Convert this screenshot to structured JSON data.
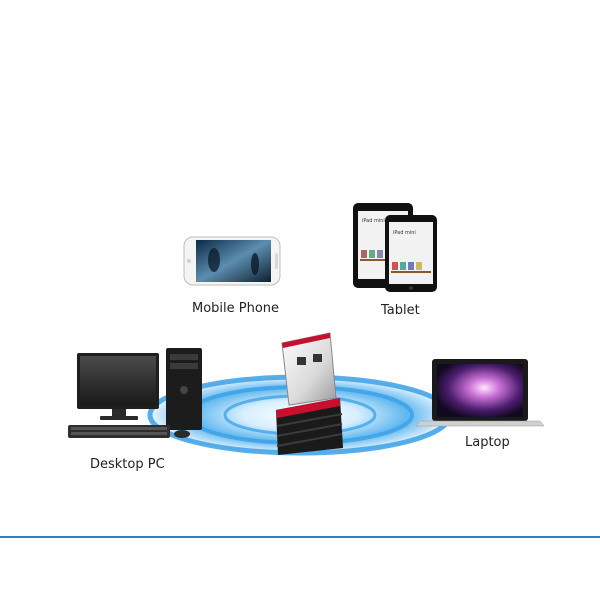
{
  "devices": {
    "mobile_phone": "Mobile Phone",
    "tablet": "Tablet",
    "desktop_pc": "Desktop PC",
    "laptop": "Laptop"
  },
  "tablet_screen_text": "iPad mini",
  "colors": {
    "divider": "#2f7fc0",
    "signal_ring": "#3aa0e6",
    "adapter_accent": "#c8102e"
  }
}
